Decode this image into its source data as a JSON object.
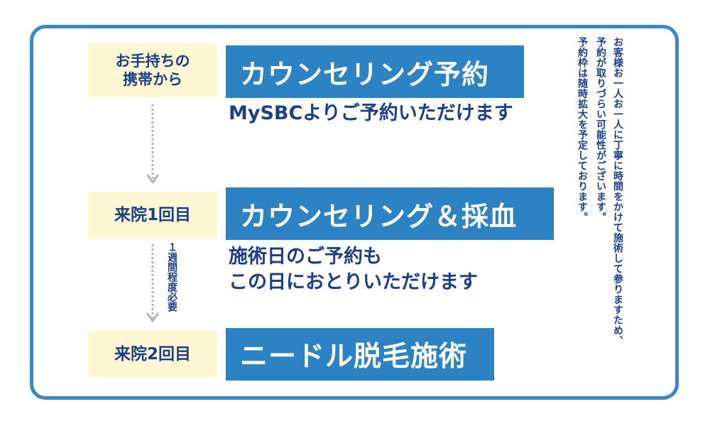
{
  "colors": {
    "frame_border": "#3b86c6",
    "title_background": "#2d82c4",
    "label_background": "#fdf7d4",
    "text_navy": "#1e3f87",
    "arrow_gray": "#b5b5b5"
  },
  "steps": [
    {
      "label_line1": "お手持ちの",
      "label_line2": "携帯から",
      "title": "カウンセリング予約",
      "desc_line1": "MySBCよりご予約いただけます"
    },
    {
      "label": "来院1回目",
      "title": "カウンセリング＆採血",
      "desc_line1": "施術日のご予約も",
      "desc_line2": "この日におとりいただけます"
    },
    {
      "label": "来院2回目",
      "title": "ニードル脱毛施術"
    }
  ],
  "duration_note": "１週間程度必要",
  "side_note": {
    "line1": "お客様お一人お一人に丁寧に時間をかけて施術して参りますため、",
    "line2": "予約が取りづらい可能性がございます。",
    "line3": "予約枠は随時拡大を予定しております。"
  },
  "icons": {
    "arrow": "dotted-down-arrow"
  }
}
